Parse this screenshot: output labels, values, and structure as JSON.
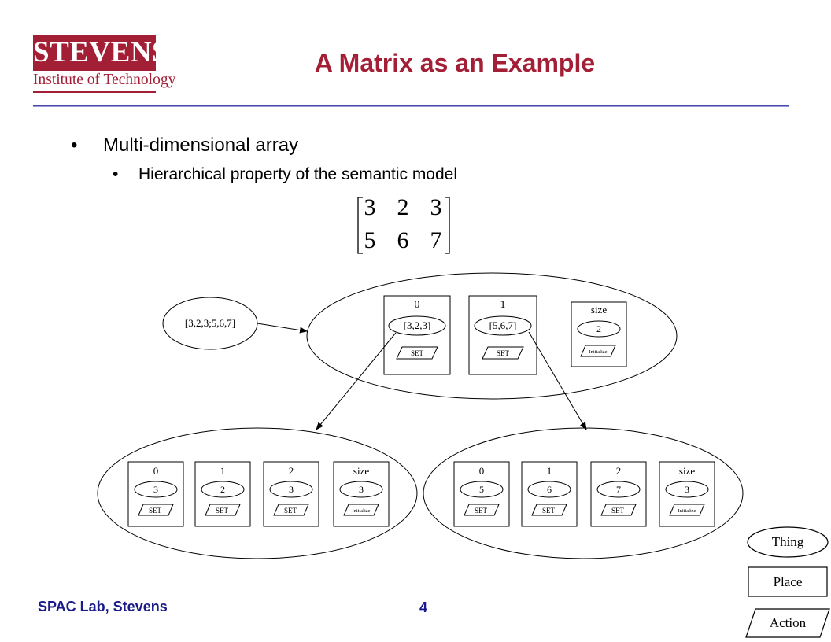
{
  "logo": {
    "name": "STEVENS",
    "subtitle": "Institute of Technology"
  },
  "slide": {
    "title": "A Matrix as an Example",
    "bullets": [
      {
        "text": "Multi-dimensional  array"
      },
      {
        "text": "Hierarchical property of the semantic model"
      }
    ],
    "bullet_glyph": "•"
  },
  "matrix": {
    "rows": [
      [
        "3",
        "2",
        "3"
      ],
      [
        "5",
        "6",
        "7"
      ]
    ]
  },
  "diagram": {
    "input_label": "[3,2,3;5,6,7]",
    "top": {
      "places": [
        {
          "index": "0",
          "value": "[3,2,3]",
          "action": "SET"
        },
        {
          "index": "1",
          "value": "[5,6,7]",
          "action": "SET"
        },
        {
          "index": "size",
          "value": "2",
          "action": "Initialize"
        }
      ]
    },
    "left": {
      "places": [
        {
          "index": "0",
          "value": "3",
          "action": "SET"
        },
        {
          "index": "1",
          "value": "2",
          "action": "SET"
        },
        {
          "index": "2",
          "value": "3",
          "action": "SET"
        },
        {
          "index": "size",
          "value": "3",
          "action": "Initialize"
        }
      ]
    },
    "right": {
      "places": [
        {
          "index": "0",
          "value": "5",
          "action": "SET"
        },
        {
          "index": "1",
          "value": "6",
          "action": "SET"
        },
        {
          "index": "2",
          "value": "7",
          "action": "SET"
        },
        {
          "index": "size",
          "value": "3",
          "action": "Initialize"
        }
      ]
    }
  },
  "legend": {
    "thing": "Thing",
    "place": "Place",
    "action": "Action"
  },
  "footer": {
    "lab": "SPAC Lab, Stevens",
    "page": "4"
  },
  "colors": {
    "brand": "#a31f35",
    "footer": "#1a1a8a",
    "rule": "#4a4aa8"
  }
}
